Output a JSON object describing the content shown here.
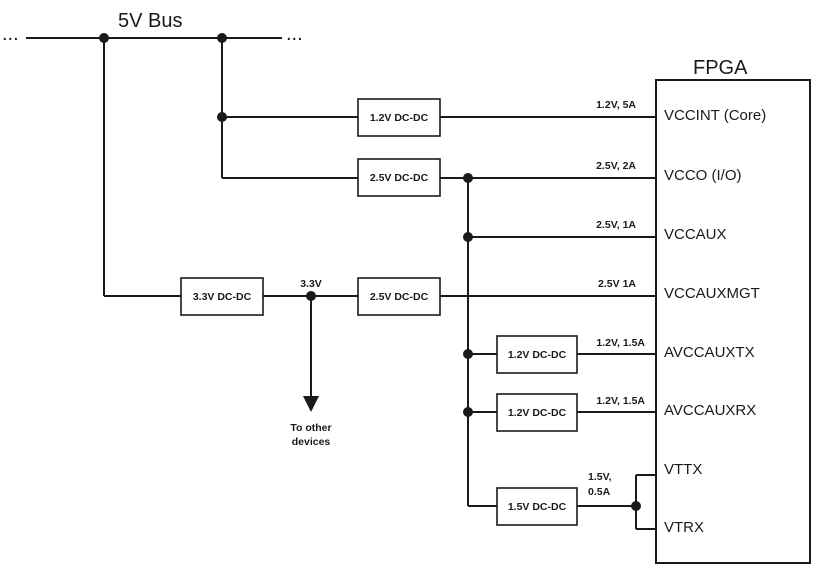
{
  "bus_label": "5V Bus",
  "fpga_title": "FPGA",
  "bus_ellipsis_left": "...",
  "bus_ellipsis_right": "...",
  "converters": {
    "c12_core": "1.2V DC-DC",
    "c25_io": "2.5V DC-DC",
    "c33": "3.3V DC-DC",
    "c25_mgt": "2.5V DC-DC",
    "c12_tx": "1.2V DC-DC",
    "c12_rx": "1.2V DC-DC",
    "c15": "1.5V DC-DC"
  },
  "ratings": {
    "vccint": "1.2V, 5A",
    "vcco": "2.5V, 2A",
    "vccaux": "2.5V, 1A",
    "vccauxmgt": "2.5V 1A",
    "avccauxtx": "1.2V, 1.5A",
    "avccauxrx": "1.2V, 1.5A",
    "vtt_line1": "1.5V,",
    "vtt_line2": "0.5A"
  },
  "pins": {
    "vccint": "VCCINT (Core)",
    "vcco": "VCCO (I/O)",
    "vccaux": "VCCAUX",
    "vccauxmgt": "VCCAUXMGT",
    "avccauxtx": "AVCCAUXTX",
    "avccauxrx": "AVCCAUXRX",
    "vttx": "VTTX",
    "vtrx": "VTRX"
  },
  "node_label_33": "3.3V",
  "other_devices_line1": "To other",
  "other_devices_line2": "devices",
  "colors": {
    "ink": "#1a1a1a",
    "background": "#ffffff"
  }
}
